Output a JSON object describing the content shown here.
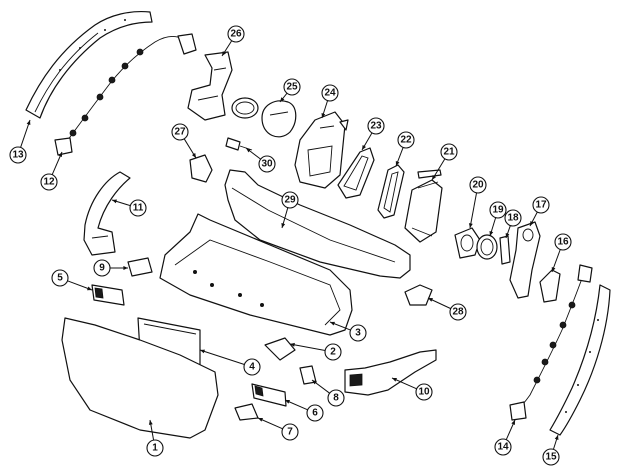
{
  "diagram": {
    "callouts": [
      {
        "id": 1,
        "label": "1"
      },
      {
        "id": 2,
        "label": "2"
      },
      {
        "id": 3,
        "label": "3"
      },
      {
        "id": 4,
        "label": "4"
      },
      {
        "id": 5,
        "label": "5"
      },
      {
        "id": 6,
        "label": "6"
      },
      {
        "id": 7,
        "label": "7"
      },
      {
        "id": 8,
        "label": "8"
      },
      {
        "id": 9,
        "label": "9"
      },
      {
        "id": 10,
        "label": "10"
      },
      {
        "id": 11,
        "label": "11"
      },
      {
        "id": 12,
        "label": "12"
      },
      {
        "id": 13,
        "label": "13"
      },
      {
        "id": 14,
        "label": "14"
      },
      {
        "id": 15,
        "label": "15"
      },
      {
        "id": 16,
        "label": "16"
      },
      {
        "id": 17,
        "label": "17"
      },
      {
        "id": 18,
        "label": "18"
      },
      {
        "id": 19,
        "label": "19"
      },
      {
        "id": 20,
        "label": "20"
      },
      {
        "id": 21,
        "label": "21"
      },
      {
        "id": 22,
        "label": "22"
      },
      {
        "id": 23,
        "label": "23"
      },
      {
        "id": 24,
        "label": "24"
      },
      {
        "id": 25,
        "label": "25"
      },
      {
        "id": 26,
        "label": "26"
      },
      {
        "id": 27,
        "label": "27"
      },
      {
        "id": 28,
        "label": "28"
      },
      {
        "id": 29,
        "label": "29"
      },
      {
        "id": 30,
        "label": "30"
      }
    ]
  }
}
